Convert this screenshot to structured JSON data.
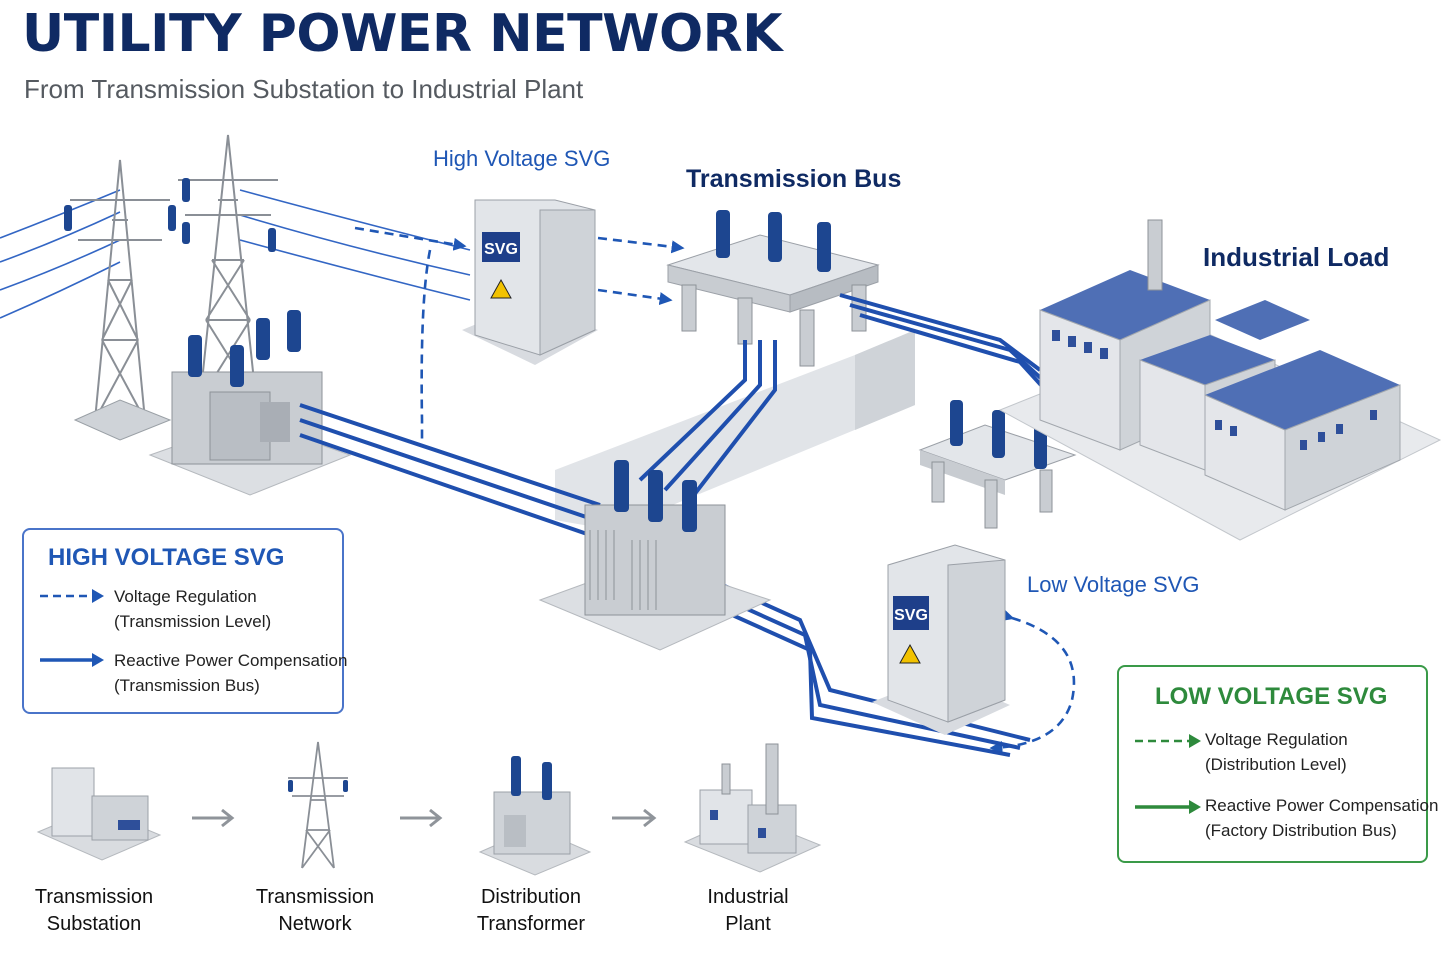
{
  "header": {
    "title": "UTILITY POWER NETWORK",
    "subtitle": "From Transmission Substation to Industrial Plant"
  },
  "labels": {
    "high_voltage_svg": "High Voltage SVG",
    "transmission_bus": "Transmission Bus",
    "industrial_load": "Industrial Load",
    "low_voltage_svg": "Low Voltage SVG",
    "cabinet_badge": "SVG"
  },
  "legend_hv": {
    "title": "HIGH VOLTAGE SVG",
    "items": [
      {
        "style": "dashed",
        "line1": "Voltage Regulation",
        "line2": "(Transmission Level)"
      },
      {
        "style": "solid",
        "line1": "Reactive Power Compensation",
        "line2": "(Transmission Bus)"
      }
    ]
  },
  "legend_lv": {
    "title": "LOW VOLTAGE SVG",
    "items": [
      {
        "style": "dashed",
        "line1": "Voltage Regulation",
        "line2": "(Distribution Level)"
      },
      {
        "style": "solid",
        "line1": "Reactive Power Compensation",
        "line2": "(Factory Distribution Bus)"
      }
    ]
  },
  "flow": [
    {
      "line1": "Transmission",
      "line2": "Substation",
      "icon": "substation-icon"
    },
    {
      "line1": "Transmission",
      "line2": "Network",
      "icon": "tower-icon"
    },
    {
      "line1": "Distribution",
      "line2": "Transformer",
      "icon": "transformer-icon"
    },
    {
      "line1": "Industrial",
      "line2": "Plant",
      "icon": "factory-icon"
    }
  ],
  "colors": {
    "title": "#0f2a63",
    "hv_blue": "#1f57b5",
    "lv_green": "#2e8a3c",
    "cable": "#1f4fae",
    "insulator": "#1d4690",
    "equipment": "#d6d9de"
  }
}
